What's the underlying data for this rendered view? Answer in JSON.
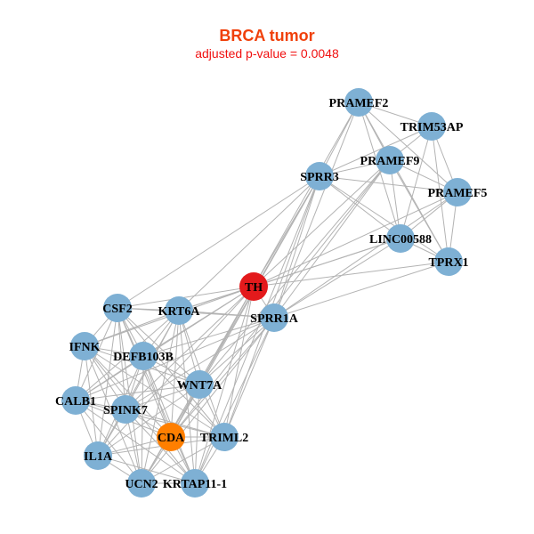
{
  "title": "BRCA tumor",
  "subtitle": "adjusted p-value = 0.0048",
  "colors": {
    "default": "#7eb0d4",
    "seed": "#e31a1c",
    "highlight": "#ff7f00",
    "edge": "#b3b3b3",
    "title": "#f0400a",
    "subtitle": "#f01010"
  },
  "nodes": [
    {
      "id": "PRAMEF2",
      "type": "default"
    },
    {
      "id": "TRIM53AP",
      "type": "default"
    },
    {
      "id": "PRAMEF9",
      "type": "default"
    },
    {
      "id": "SPRR3",
      "type": "default"
    },
    {
      "id": "PRAMEF5",
      "type": "default"
    },
    {
      "id": "LINC00588",
      "type": "default"
    },
    {
      "id": "TPRX1",
      "type": "default"
    },
    {
      "id": "TH",
      "type": "seed"
    },
    {
      "id": "SPRR1A",
      "type": "default"
    },
    {
      "id": "CSF2",
      "type": "default"
    },
    {
      "id": "KRT6A",
      "type": "default"
    },
    {
      "id": "IFNK",
      "type": "default"
    },
    {
      "id": "DEFB103B",
      "type": "default"
    },
    {
      "id": "WNT7A",
      "type": "default"
    },
    {
      "id": "CALB1",
      "type": "default"
    },
    {
      "id": "SPINK7",
      "type": "default"
    },
    {
      "id": "CDA",
      "type": "highlight"
    },
    {
      "id": "TRIML2",
      "type": "default"
    },
    {
      "id": "IL1A",
      "type": "default"
    },
    {
      "id": "UCN2",
      "type": "default"
    },
    {
      "id": "KRTAP11-1",
      "type": "default"
    }
  ],
  "edges": [
    [
      "PRAMEF2",
      "TRIM53AP"
    ],
    [
      "PRAMEF2",
      "PRAMEF9"
    ],
    [
      "PRAMEF2",
      "SPRR3"
    ],
    [
      "PRAMEF2",
      "PRAMEF5"
    ],
    [
      "PRAMEF2",
      "LINC00588"
    ],
    [
      "PRAMEF2",
      "TPRX1"
    ],
    [
      "TRIM53AP",
      "PRAMEF9"
    ],
    [
      "TRIM53AP",
      "SPRR3"
    ],
    [
      "TRIM53AP",
      "PRAMEF5"
    ],
    [
      "TRIM53AP",
      "LINC00588"
    ],
    [
      "TRIM53AP",
      "TPRX1"
    ],
    [
      "PRAMEF9",
      "SPRR3"
    ],
    [
      "PRAMEF9",
      "PRAMEF5"
    ],
    [
      "PRAMEF9",
      "LINC00588"
    ],
    [
      "PRAMEF9",
      "TPRX1"
    ],
    [
      "SPRR3",
      "PRAMEF5"
    ],
    [
      "SPRR3",
      "LINC00588"
    ],
    [
      "SPRR3",
      "TPRX1"
    ],
    [
      "PRAMEF5",
      "LINC00588"
    ],
    [
      "PRAMEF5",
      "TPRX1"
    ],
    [
      "LINC00588",
      "TPRX1"
    ],
    [
      "TH",
      "SPRR3"
    ],
    [
      "TH",
      "PRAMEF9"
    ],
    [
      "TH",
      "PRAMEF2"
    ],
    [
      "TH",
      "PRAMEF5"
    ],
    [
      "TH",
      "LINC00588"
    ],
    [
      "TH",
      "TPRX1"
    ],
    [
      "SPRR1A",
      "SPRR3"
    ],
    [
      "SPRR1A",
      "PRAMEF9"
    ],
    [
      "SPRR1A",
      "PRAMEF2"
    ],
    [
      "SPRR1A",
      "PRAMEF5"
    ],
    [
      "SPRR1A",
      "LINC00588"
    ],
    [
      "SPRR1A",
      "TPRX1"
    ],
    [
      "SPRR3",
      "KRT6A"
    ],
    [
      "SPRR3",
      "WNT7A"
    ],
    [
      "SPRR3",
      "TRIML2"
    ],
    [
      "SPRR3",
      "CDA"
    ],
    [
      "SPRR3",
      "KRTAP11-1"
    ],
    [
      "SPRR3",
      "CSF2"
    ],
    [
      "PRAMEF9",
      "WNT7A"
    ],
    [
      "PRAMEF9",
      "CDA"
    ],
    [
      "LINC00588",
      "KRT6A"
    ],
    [
      "TH",
      "SPRR1A"
    ],
    [
      "TH",
      "CSF2"
    ],
    [
      "TH",
      "KRT6A"
    ],
    [
      "TH",
      "IFNK"
    ],
    [
      "TH",
      "DEFB103B"
    ],
    [
      "TH",
      "WNT7A"
    ],
    [
      "TH",
      "CALB1"
    ],
    [
      "TH",
      "SPINK7"
    ],
    [
      "TH",
      "CDA"
    ],
    [
      "TH",
      "TRIML2"
    ],
    [
      "TH",
      "IL1A"
    ],
    [
      "TH",
      "UCN2"
    ],
    [
      "TH",
      "KRTAP11-1"
    ],
    [
      "SPRR1A",
      "CSF2"
    ],
    [
      "SPRR1A",
      "KRT6A"
    ],
    [
      "SPRR1A",
      "DEFB103B"
    ],
    [
      "SPRR1A",
      "WNT7A"
    ],
    [
      "SPRR1A",
      "SPINK7"
    ],
    [
      "SPRR1A",
      "CDA"
    ],
    [
      "SPRR1A",
      "TRIML2"
    ],
    [
      "SPRR1A",
      "KRTAP11-1"
    ],
    [
      "SPRR1A",
      "UCN2"
    ],
    [
      "SPRR1A",
      "CALB1"
    ],
    [
      "CSF2",
      "KRT6A"
    ],
    [
      "CSF2",
      "IFNK"
    ],
    [
      "CSF2",
      "DEFB103B"
    ],
    [
      "CSF2",
      "WNT7A"
    ],
    [
      "CSF2",
      "CALB1"
    ],
    [
      "CSF2",
      "SPINK7"
    ],
    [
      "CSF2",
      "CDA"
    ],
    [
      "CSF2",
      "TRIML2"
    ],
    [
      "CSF2",
      "IL1A"
    ],
    [
      "CSF2",
      "UCN2"
    ],
    [
      "CSF2",
      "KRTAP11-1"
    ],
    [
      "KRT6A",
      "IFNK"
    ],
    [
      "KRT6A",
      "DEFB103B"
    ],
    [
      "KRT6A",
      "WNT7A"
    ],
    [
      "KRT6A",
      "CALB1"
    ],
    [
      "KRT6A",
      "SPINK7"
    ],
    [
      "KRT6A",
      "CDA"
    ],
    [
      "KRT6A",
      "TRIML2"
    ],
    [
      "KRT6A",
      "IL1A"
    ],
    [
      "KRT6A",
      "UCN2"
    ],
    [
      "KRT6A",
      "KRTAP11-1"
    ],
    [
      "IFNK",
      "DEFB103B"
    ],
    [
      "IFNK",
      "WNT7A"
    ],
    [
      "IFNK",
      "CALB1"
    ],
    [
      "IFNK",
      "SPINK7"
    ],
    [
      "IFNK",
      "CDA"
    ],
    [
      "IFNK",
      "TRIML2"
    ],
    [
      "IFNK",
      "IL1A"
    ],
    [
      "IFNK",
      "UCN2"
    ],
    [
      "IFNK",
      "KRTAP11-1"
    ],
    [
      "DEFB103B",
      "WNT7A"
    ],
    [
      "DEFB103B",
      "CALB1"
    ],
    [
      "DEFB103B",
      "SPINK7"
    ],
    [
      "DEFB103B",
      "CDA"
    ],
    [
      "DEFB103B",
      "TRIML2"
    ],
    [
      "DEFB103B",
      "IL1A"
    ],
    [
      "DEFB103B",
      "UCN2"
    ],
    [
      "DEFB103B",
      "KRTAP11-1"
    ],
    [
      "WNT7A",
      "CALB1"
    ],
    [
      "WNT7A",
      "SPINK7"
    ],
    [
      "WNT7A",
      "CDA"
    ],
    [
      "WNT7A",
      "TRIML2"
    ],
    [
      "WNT7A",
      "IL1A"
    ],
    [
      "WNT7A",
      "UCN2"
    ],
    [
      "WNT7A",
      "KRTAP11-1"
    ],
    [
      "CALB1",
      "SPINK7"
    ],
    [
      "CALB1",
      "CDA"
    ],
    [
      "CALB1",
      "TRIML2"
    ],
    [
      "CALB1",
      "IL1A"
    ],
    [
      "CALB1",
      "UCN2"
    ],
    [
      "CALB1",
      "KRTAP11-1"
    ],
    [
      "SPINK7",
      "CDA"
    ],
    [
      "SPINK7",
      "TRIML2"
    ],
    [
      "SPINK7",
      "IL1A"
    ],
    [
      "SPINK7",
      "UCN2"
    ],
    [
      "SPINK7",
      "KRTAP11-1"
    ],
    [
      "CDA",
      "TRIML2"
    ],
    [
      "CDA",
      "IL1A"
    ],
    [
      "CDA",
      "UCN2"
    ],
    [
      "CDA",
      "KRTAP11-1"
    ],
    [
      "TRIML2",
      "IL1A"
    ],
    [
      "TRIML2",
      "UCN2"
    ],
    [
      "TRIML2",
      "KRTAP11-1"
    ],
    [
      "IL1A",
      "UCN2"
    ],
    [
      "IL1A",
      "KRTAP11-1"
    ],
    [
      "UCN2",
      "KRTAP11-1"
    ]
  ]
}
